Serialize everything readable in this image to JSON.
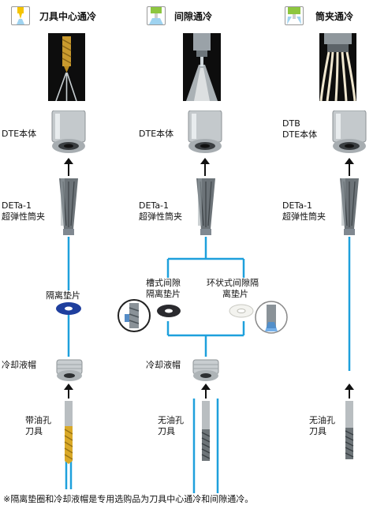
{
  "columns": [
    {
      "id": "through",
      "header": "刀具中心通冷",
      "body_label_lines": [
        "DTE本体"
      ],
      "collet_label_lines": [
        "DETa-1",
        "超弹性筒夹"
      ],
      "spacer_label": "隔离垫片",
      "cap_label": "冷却液帽",
      "tool_label_lines": [
        "带油孔",
        "刀具"
      ]
    },
    {
      "id": "gap",
      "header": "间隙通冷",
      "body_label_lines": [
        "DTE本体"
      ],
      "collet_label_lines": [
        "DETa-1",
        "超弹性筒夹"
      ],
      "spacer_a_label_lines": [
        "槽式间隙",
        "隔离垫片"
      ],
      "spacer_b_label_lines": [
        "环状式间隙隔",
        "离垫片"
      ],
      "cap_label": "冷却液帽",
      "tool_label_lines": [
        "无油孔",
        "刀具"
      ]
    },
    {
      "id": "collet",
      "header": "筒夹通冷",
      "body_label_lines": [
        "DTB",
        "DTE本体"
      ],
      "collet_label_lines": [
        "DETa-1",
        "超弹性筒夹"
      ],
      "tool_label_lines": [
        "无油孔",
        "刀具"
      ]
    }
  ],
  "footnote": "※隔离垫圈和冷却液帽是专用选购品为刀具中心通冷和间隙通冷。",
  "colors": {
    "line_blue": "#1ea0dc",
    "header_green": "#8dc63f",
    "header_yellow": "#f5c400",
    "spacer_blue": "#1f3f9e",
    "arrow": "#111111"
  }
}
